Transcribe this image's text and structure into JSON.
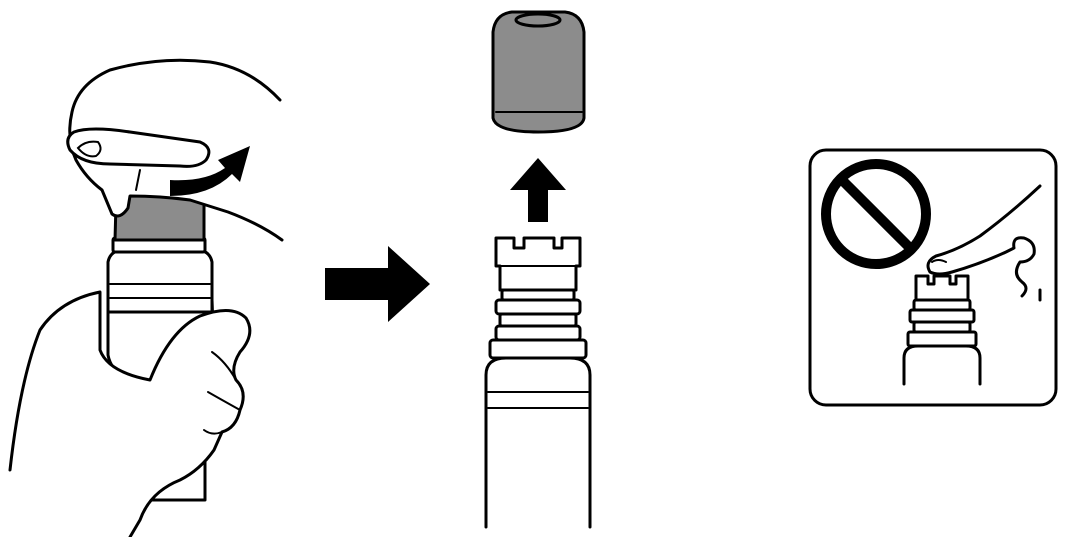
{
  "figure": {
    "steps": [
      {
        "id": "twist-cap",
        "icon": "rotate-arrow-icon"
      },
      {
        "id": "lift-cap",
        "icon": "up-arrow-icon"
      },
      {
        "id": "do-not-touch",
        "icon": "prohibition-icon"
      }
    ]
  },
  "colors": {
    "outline": "#000000",
    "cap_fill": "#8c8c8c",
    "background": "#ffffff"
  }
}
